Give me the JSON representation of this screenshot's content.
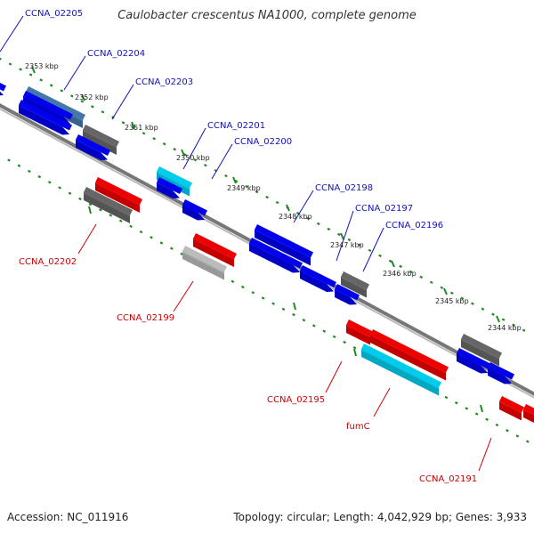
{
  "title": "Caulobacter crescentus NA1000, complete genome",
  "footer": {
    "accession": "Accession: NC_011916",
    "topology": "Topology: circular; Length: 4,042,929 bp; Genes: 3,933"
  },
  "colors": {
    "forward": "#0000ee",
    "reverse": "#ee0000",
    "other": "#666666",
    "highlight": "#00ccee",
    "light": "#bbbbbb",
    "steel": "#4477aa",
    "tick": "#228822",
    "label_forward": "#1111bb",
    "label_reverse": "#cc0000"
  },
  "ticks": [
    "2353 kbp",
    "2352 kbp",
    "2351 kbp",
    "2350 kbp",
    "2349 kbp",
    "2348 kbp",
    "2347 kbp",
    "2346 kbp",
    "2345 kbp",
    "2344 kbp"
  ],
  "labels": {
    "forward": [
      "CCNA_02205",
      "CCNA_02204",
      "CCNA_02203",
      "CCNA_02201",
      "CCNA_02200",
      "CCNA_02198",
      "CCNA_02197",
      "CCNA_02196"
    ],
    "reverse": [
      "CCNA_02202",
      "CCNA_02199",
      "CCNA_02195",
      "fumC",
      "CCNA_02191"
    ]
  }
}
